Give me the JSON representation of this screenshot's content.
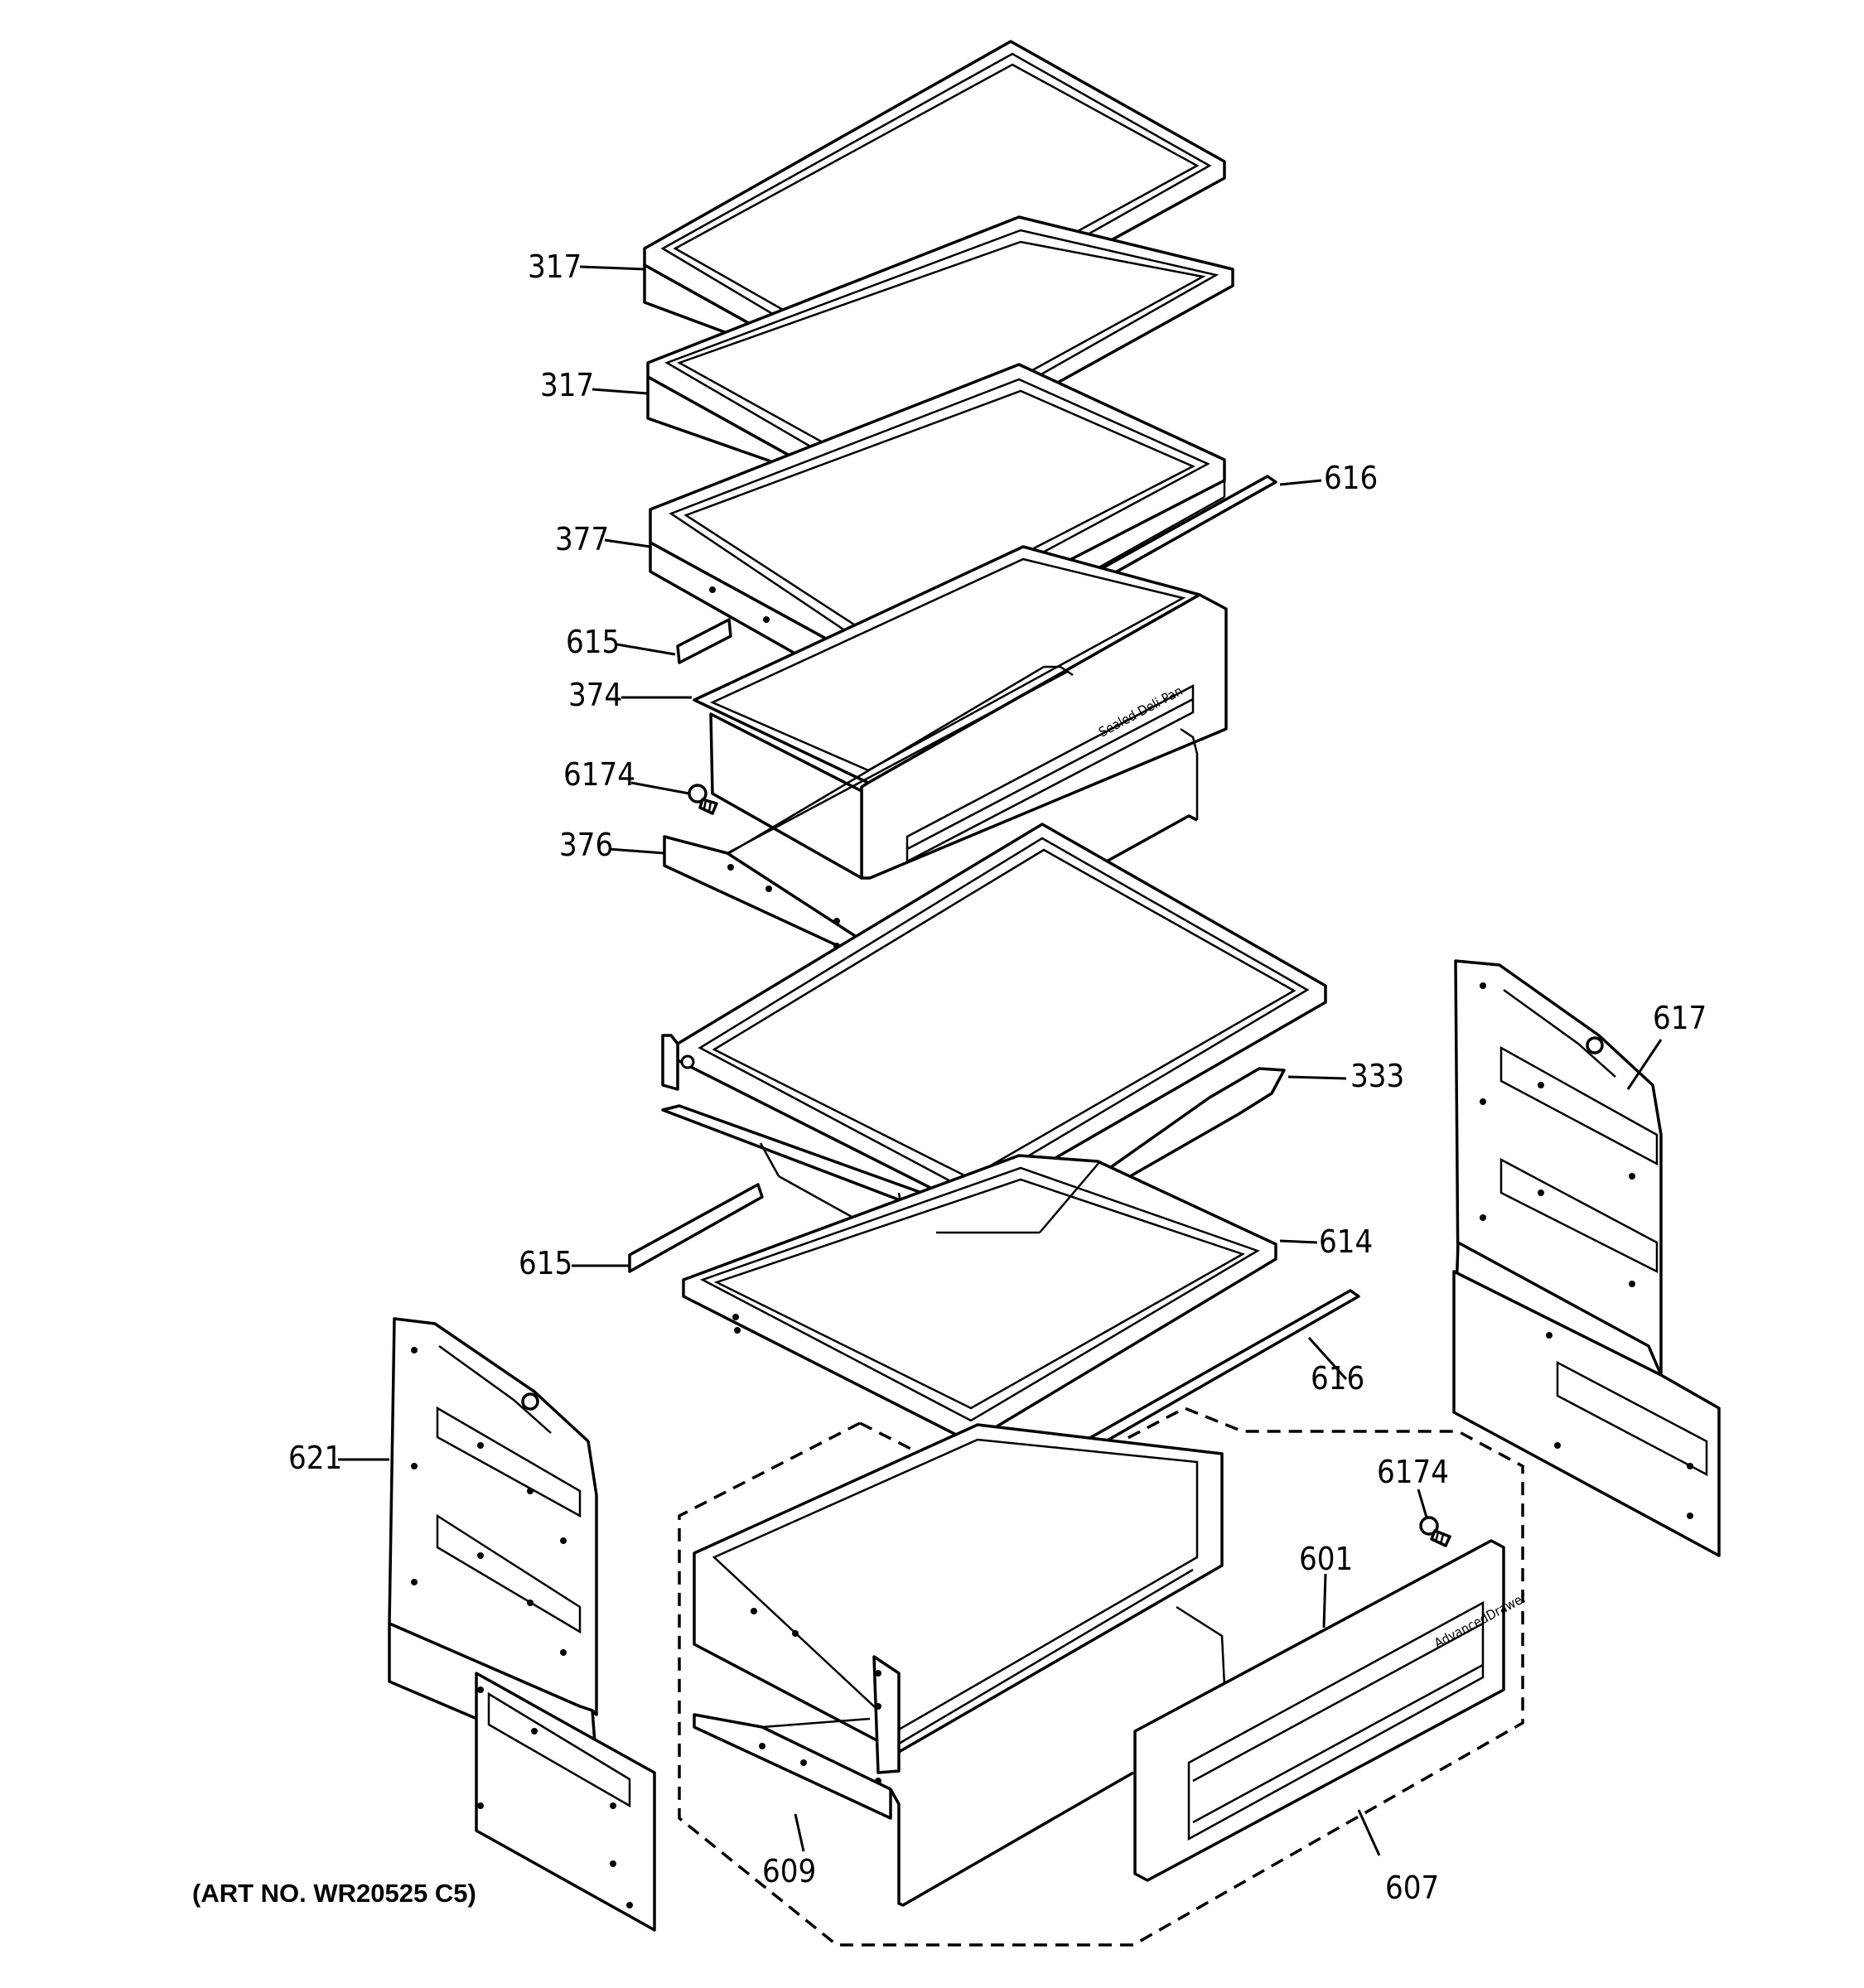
{
  "art_number": "(ART NO. WR20525 C5)",
  "callouts": {
    "shelf_top": "317",
    "shelf_second": "317",
    "pan_cover": "377",
    "rail_upper_right": "616",
    "slide_upper_left": "615",
    "deli_pan": "374",
    "screw_upper": "6174",
    "pan_frame": "376",
    "shelf_slide": "333",
    "rail_lower_left": "615",
    "shelf_lower": "614",
    "rail_lower_right": "616",
    "support_right": "617",
    "support_left": "621",
    "screw_lower": "6174",
    "drawer_front": "601",
    "drawer_frame": "609",
    "drawer_assembly": "607"
  }
}
